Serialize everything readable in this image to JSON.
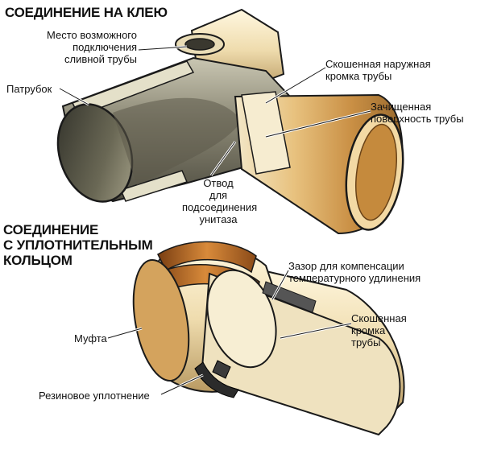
{
  "diagram": {
    "glued": {
      "title": "СОЕДИНЕНИЕ НА КЛЕЮ",
      "labels": {
        "drain_connection": "Место возможного\nподключения\nсливной трубы",
        "socket": "Патрубок",
        "chamfered_edge": "Скошенная наружная\nкромка трубы",
        "cleaned_surface": "Зачищенная\nповерхность трубы",
        "toilet_branch": "Отвод\nдля\nподсоединения\nунитаза"
      }
    },
    "sealed": {
      "title": "СОЕДИНЕНИЕ\nС УПЛОТНИТЕЛЬНЫМ\nКОЛЬЦОМ",
      "labels": {
        "gap": "Зазор для компенсации\nтемпературного удлинения",
        "chamfered_edge": "Скошенная\nкромка\nтрубы",
        "coupling": "Муфта",
        "rubber_seal": "Резиновое уплотнение"
      }
    },
    "colors": {
      "pipe_gray": "#7c7a6c",
      "pipe_gold": "#d6a86a",
      "pipe_light": "#f3e4c0",
      "rubber": "#2b2b2b",
      "outline": "#1a1a1a"
    }
  }
}
